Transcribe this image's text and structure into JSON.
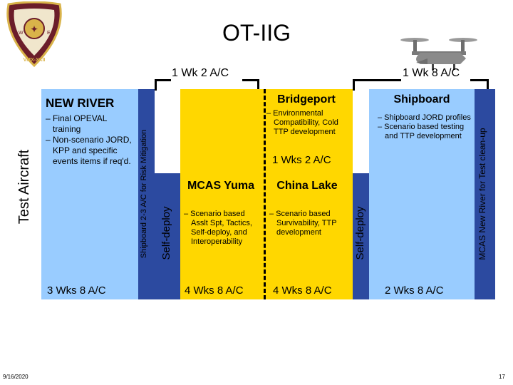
{
  "slide": {
    "title": "OT-IIG",
    "date": "9/16/2020",
    "page_number": "17"
  },
  "logo": {
    "text": "VMX-XXII"
  },
  "timeline": {
    "left_bracket_label": "1 Wk 2 A/C",
    "right_bracket_label": "1 Wk 8 A/C",
    "left_vertical": "Test Aircraft",
    "shipboard_risk": "Shipboard 2-3 A/C for Risk Mitigation",
    "self_deploy_left": "Self-deploy",
    "self_deploy_right": "Self-deploy",
    "mcas_return": "MCAS New River for Test clean-up"
  },
  "new_river": {
    "title": "NEW RIVER",
    "bullets": [
      "– Final OPEVAL training",
      "– Non-scenario JORD, KPP and specific events items if req'd."
    ],
    "duration": "3 Wks 8 A/C"
  },
  "bridgeport": {
    "title": "Bridgeport",
    "bullets": [
      "– Environmental Compatibility, Cold TTP development"
    ],
    "duration": "1 Wks 2 A/C"
  },
  "mcas_yuma": {
    "title": "MCAS Yuma",
    "bullets": [
      "– Scenario based Asslt Spt, Tactics, Self-deploy, and Interoperability"
    ],
    "duration": "4 Wks 8 A/C"
  },
  "china_lake": {
    "title": "China Lake",
    "bullets": [
      "– Scenario based Survivability, TTP development"
    ],
    "duration": "4 Wks 8 A/C"
  },
  "shipboard": {
    "title": "Shipboard",
    "bullets": [
      "– Shipboard JORD profiles",
      "– Scenario based testing and TTP development"
    ],
    "duration": "2 Wks 8 A/C"
  },
  "colors": {
    "blue_bar": "#2c4aa0",
    "yellow_box": "#ffffcc",
    "gold_box": "#ffd700",
    "lightblue_box": "#99ccff"
  }
}
